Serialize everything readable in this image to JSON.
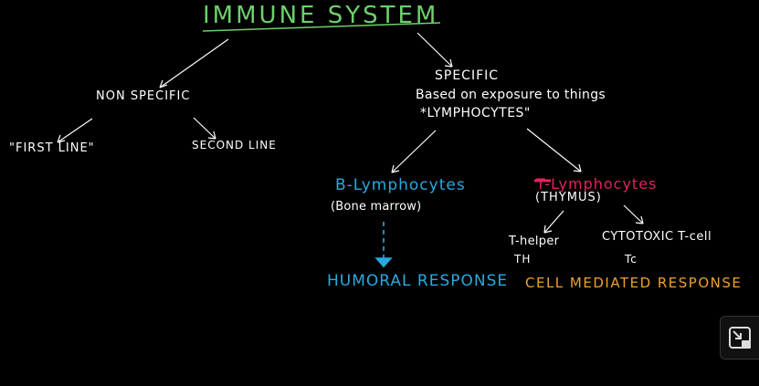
{
  "title": "IMMUNE SYSTEM",
  "colors": {
    "background": "#000000",
    "title": "#6dd06d",
    "b_branch": "#29a9e1",
    "t_branch": "#e0245e",
    "cell_mediated": "#f0a030",
    "ink": "#ffffff"
  },
  "nonspecific": {
    "label": "NON SPECIFIC",
    "first_line": "\"FIRST LINE\"",
    "second_line": "SECOND LINE"
  },
  "specific": {
    "label": "SPECIFIC",
    "note_1": "Based on exposure to things",
    "note_2": "*LYMPHOCYTES\""
  },
  "b_cells": {
    "label": "B-Lymphocytes",
    "origin": "(Bone marrow)",
    "response": "HUMORAL RESPONSE"
  },
  "t_cells": {
    "label": "T-Lymphocytes",
    "origin": "(THYMUS)",
    "helper": "T-helper",
    "helper_abbr": "TH",
    "cytotoxic": "CYTOTOXIC T-cell",
    "cytotoxic_abbr": "Tc",
    "response": "CELL MEDIATED RESPONSE"
  },
  "controls": {
    "expand_icon": "exit-fullscreen-icon"
  }
}
